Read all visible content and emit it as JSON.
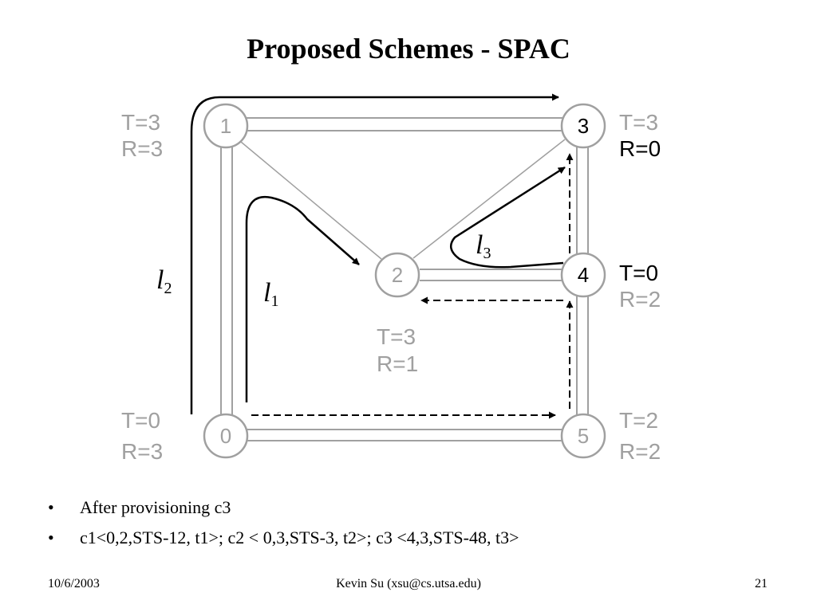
{
  "title": "Proposed Schemes - SPAC",
  "nodes": [
    {
      "id": "0",
      "t_label": "T=0",
      "r_label": "R=3"
    },
    {
      "id": "1",
      "t_label": "T=3",
      "r_label": "R=3"
    },
    {
      "id": "2",
      "t_label": "T=3",
      "r_label": "R=1"
    },
    {
      "id": "3",
      "t_label": "T=3",
      "r_label": "R=0"
    },
    {
      "id": "4",
      "t_label": "T=0",
      "r_label": "R=2"
    },
    {
      "id": "5",
      "t_label": "T=2",
      "r_label": "R=2"
    }
  ],
  "paths": [
    {
      "label": "l",
      "sub": "1"
    },
    {
      "label": "l",
      "sub": "2"
    },
    {
      "label": "l",
      "sub": "3"
    }
  ],
  "bullets": [
    {
      "marker": "•",
      "text": "After provisioning c3"
    },
    {
      "marker": "•",
      "text": "c1<0,2,STS-12, t1>; c2 < 0,3,STS-3, t2>; c3 <4,3,STS-48, t3>"
    }
  ],
  "footer": {
    "date": "10/6/2003",
    "author": "Kevin Su (xsu@cs.utsa.edu)",
    "page": "21"
  },
  "colors": {
    "link_gray": "#a0a0a0",
    "line_black": "#000000"
  }
}
